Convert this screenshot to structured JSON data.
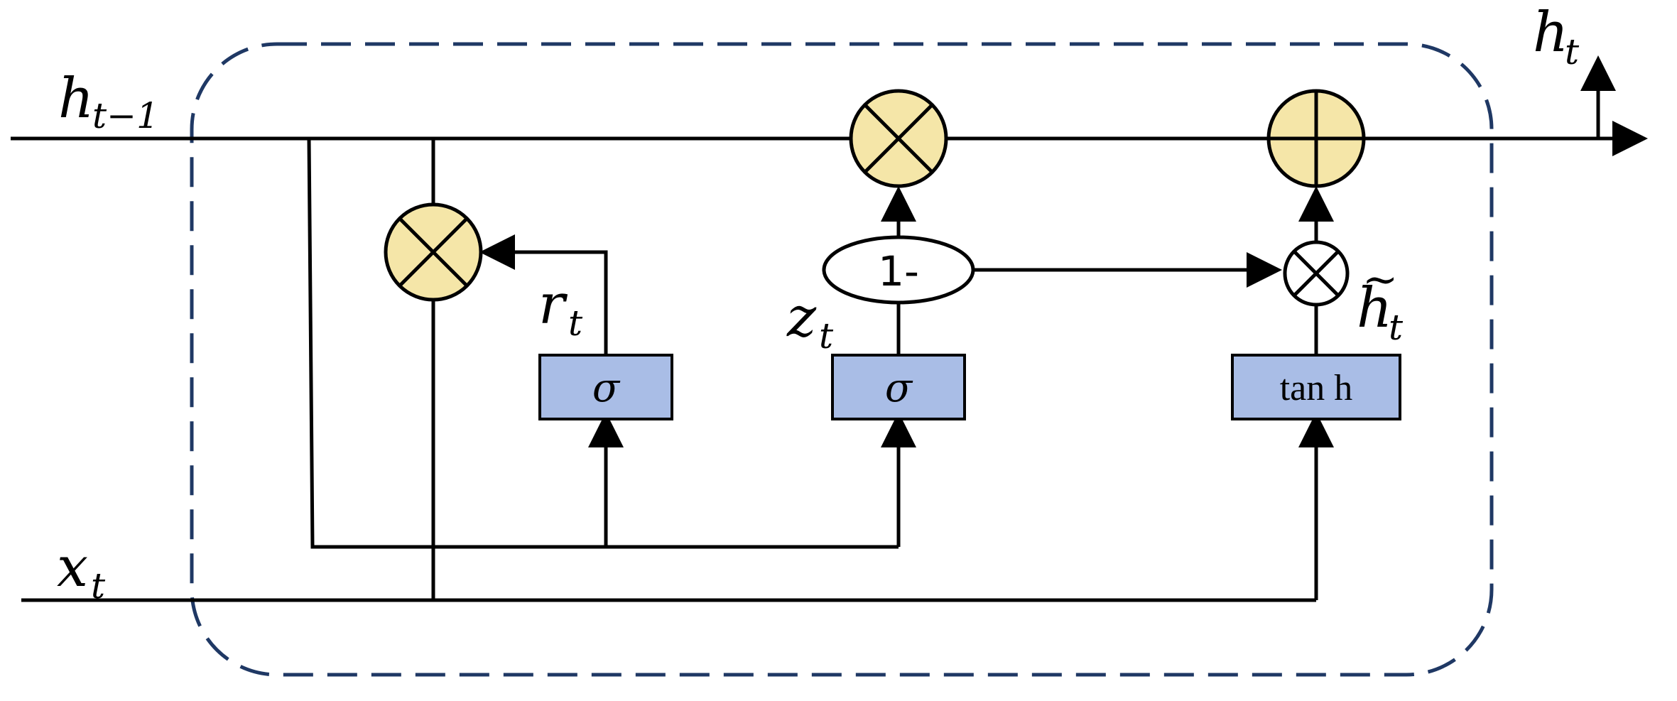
{
  "labels": {
    "h_prev": {
      "base": "h",
      "sub": "t−1"
    },
    "h_out": {
      "base": "h",
      "sub": "t"
    },
    "x_in": {
      "base": "x",
      "sub": "t"
    },
    "r_gate": {
      "base": "r",
      "sub": "t"
    },
    "z_gate": {
      "base": "z",
      "sub": "t"
    },
    "h_cand": {
      "base": "h",
      "sub": "t",
      "accent": "~"
    }
  },
  "gates": {
    "reset_sigma": "σ",
    "update_sigma": "σ",
    "candidate_tanh": "tan h"
  },
  "one_minus": "1-",
  "colors": {
    "op_fill": "#f5e6a8",
    "gate_fill": "#a9bde6",
    "cell_border": "#1f3864",
    "tilde": "#8b6f5a"
  }
}
